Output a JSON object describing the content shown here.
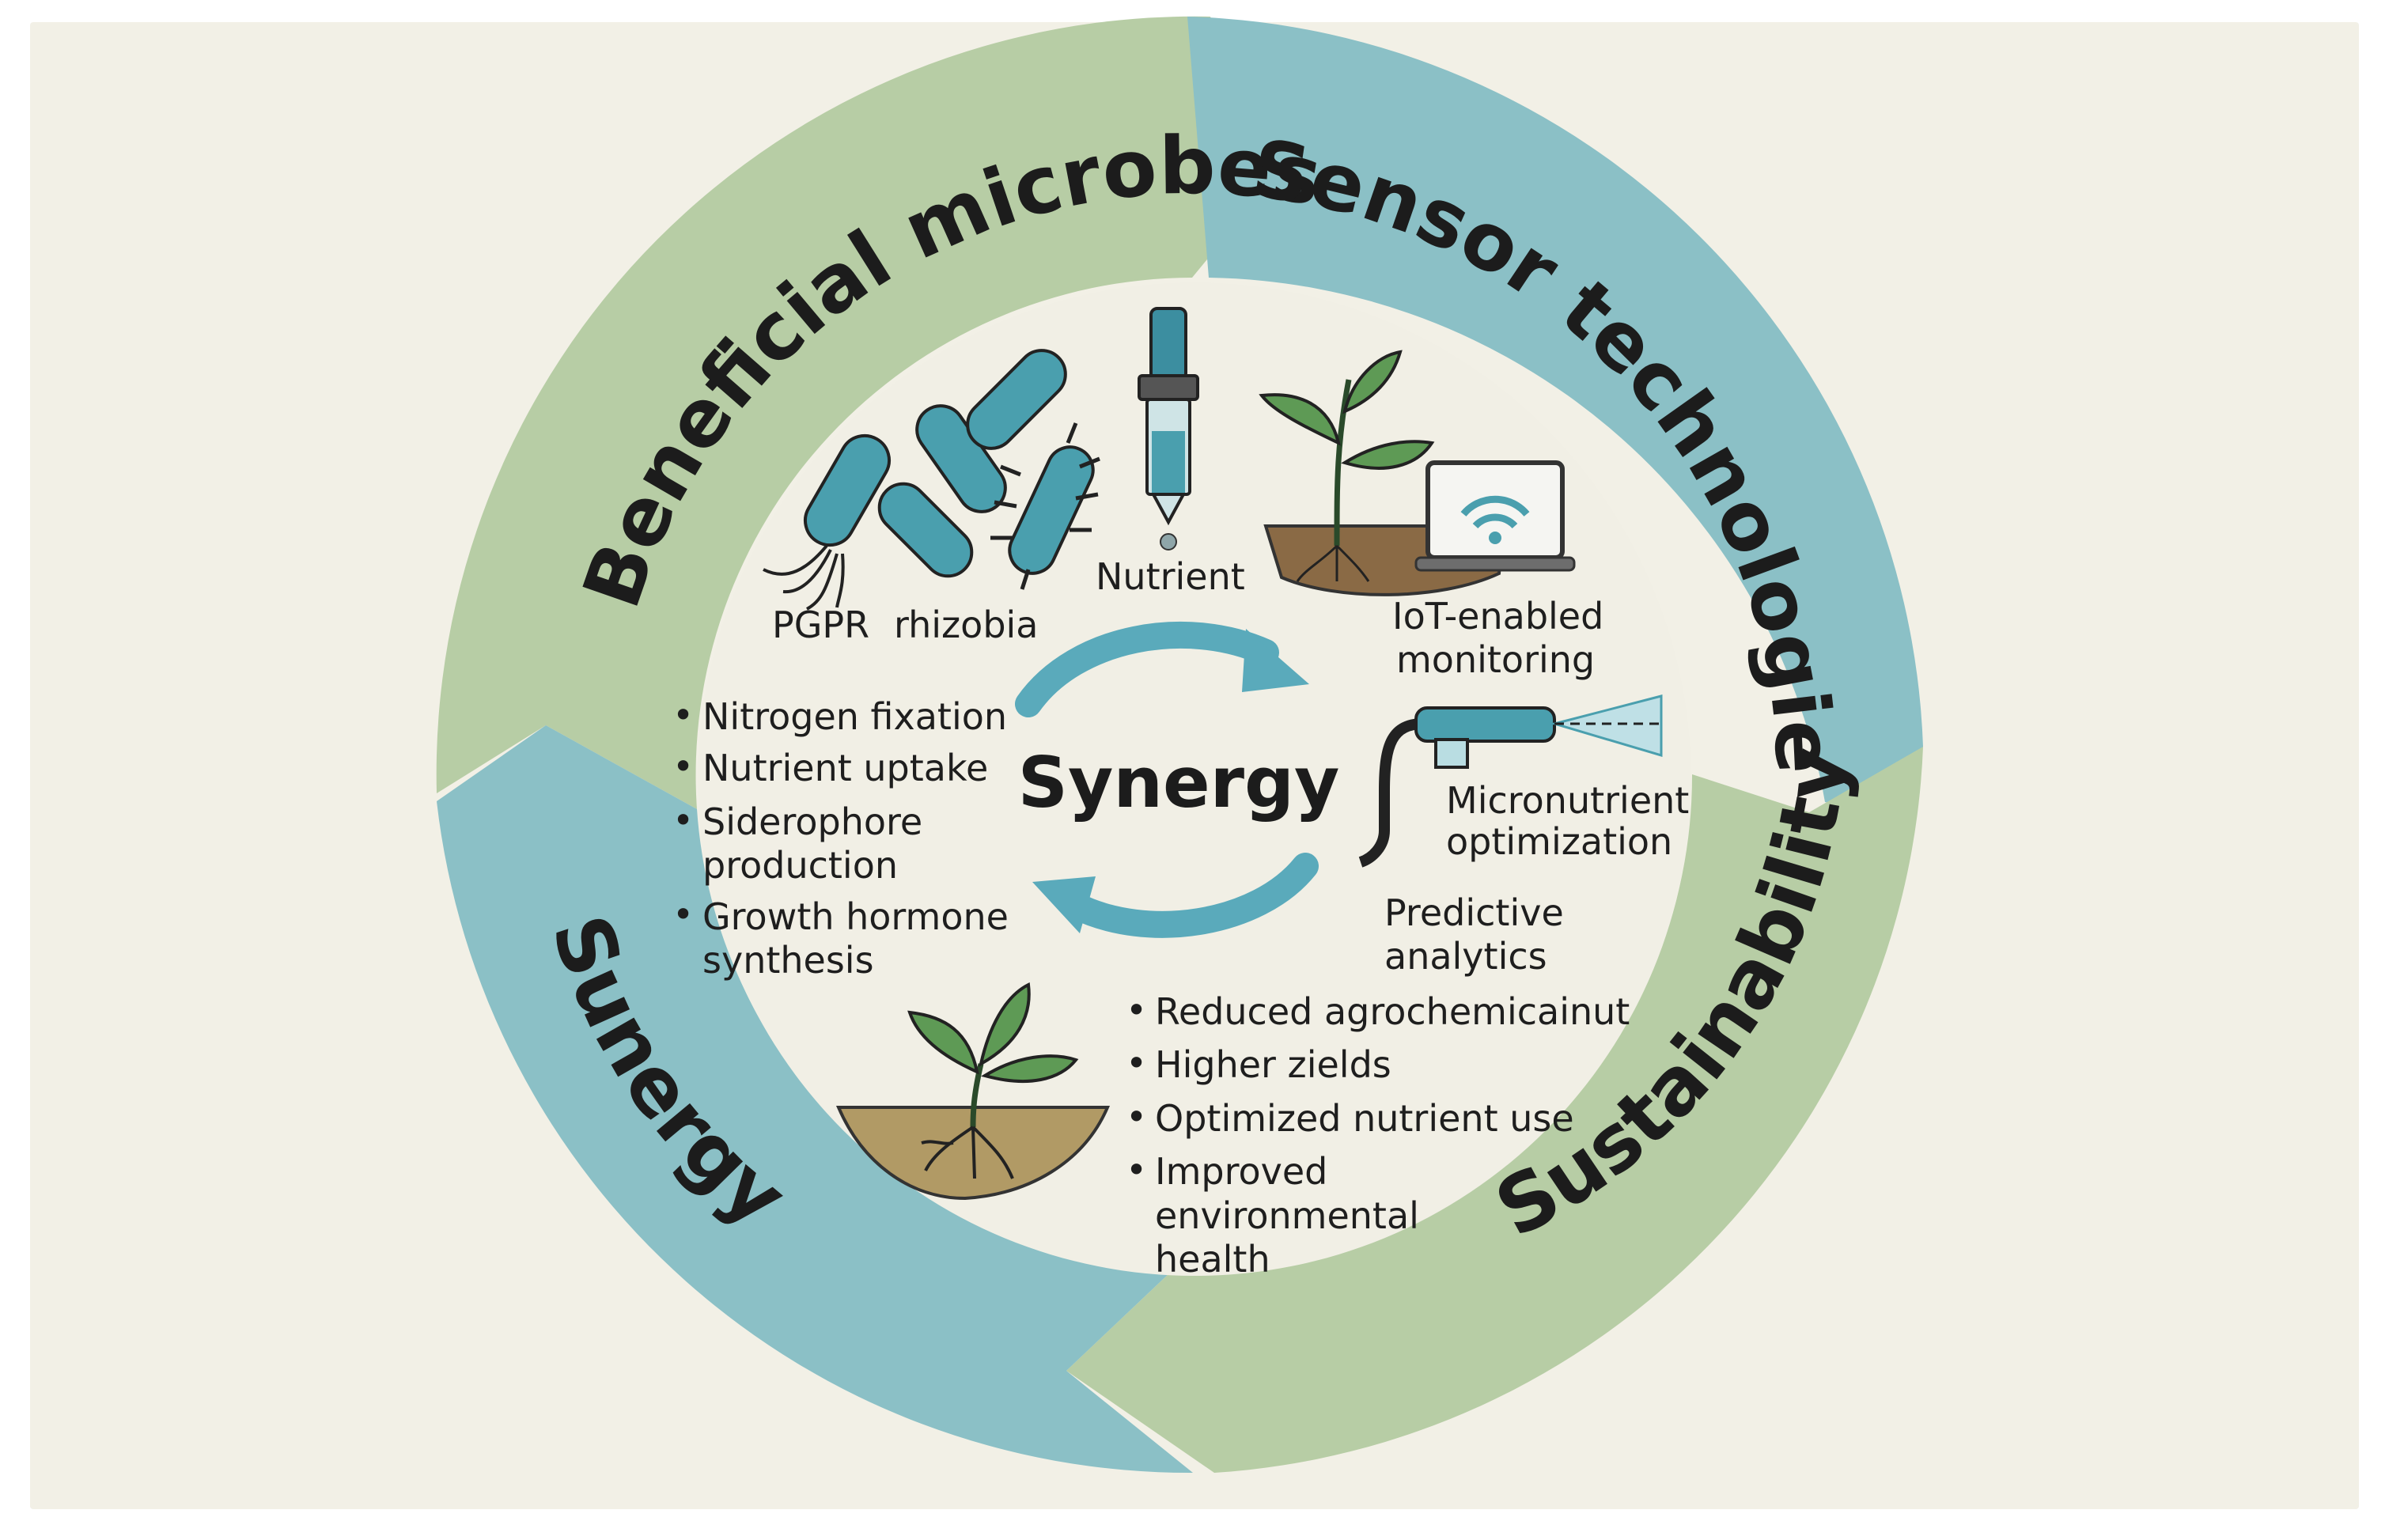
{
  "colors": {
    "background": "#f2f0e6",
    "inner_circle": "#f1efe5",
    "green_segment": "#b7cda5",
    "blue_segment": "#8bc0c6",
    "bacteria": "#4a9fae",
    "arrow": "#5aaabb",
    "soil": "#8a6a45",
    "leaf": "#5e9a55"
  },
  "ring": {
    "beneficial_microbes": "Beneficial microbes",
    "sensor_technologies": "Sensor technologies",
    "sustainability": "Sustainability",
    "sunergy": "Sunergy"
  },
  "center": {
    "title": "Synergy"
  },
  "microbes": {
    "pgpr": "PGPR",
    "rhizobia": "rhizobia",
    "nutrient": "Nutrient"
  },
  "microbe_benefits": [
    "Nitrogen fixation",
    "Nutrient uptake",
    "Siderophore",
    "production",
    "Growth hormone",
    "synthesis"
  ],
  "sensors": {
    "iot_line1": "IoT-enabled",
    "iot_line2": "monitoring",
    "micro_line1": "Micronutrient",
    "micro_line2": "optimization",
    "pred_line1": "Predictive",
    "pred_line2": "analytics"
  },
  "outcomes": [
    "Reduced agrochemicainut",
    "Higher zields",
    "Optimized nutrient use",
    "Improved",
    "environmental",
    "health"
  ]
}
